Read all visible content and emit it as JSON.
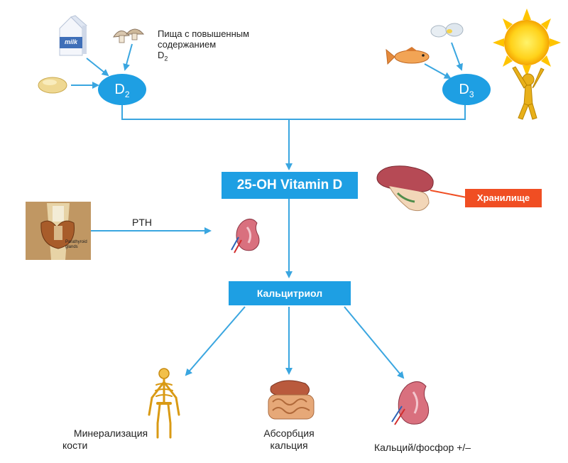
{
  "colors": {
    "accent": "#1b9be0",
    "node_fill": "#1e9fe3",
    "storage": "#f04e23",
    "arrow": "#3aa6e0"
  },
  "nodes": {
    "d2": {
      "main": "D",
      "sub": "2"
    },
    "d3": {
      "main": "D",
      "sub": "3"
    },
    "vitd": "25-OH Vitamin D",
    "calcitriol": "Кальцитриол",
    "storage": "Хранилище"
  },
  "food_note": {
    "line1": "Пища с повышенным",
    "line2": "содержанием",
    "line3_main": "D",
    "line3_sub": "2"
  },
  "milk_label": "milk",
  "pth_label": "PTH",
  "gland_caption": {
    "line1": "Parathyroid",
    "line2": "glands"
  },
  "outcomes": {
    "bone": {
      "line1": "Минерализация",
      "line2": "кости"
    },
    "absorption": {
      "line1": "Абсорбция",
      "line2": "кальция"
    },
    "kidney": {
      "line1": "Кальций/фосфор +/–"
    }
  },
  "icons": [
    "milk-carton-icon",
    "mushroom-icon",
    "bread-icon",
    "fish-icon",
    "egg-icon",
    "sun-icon",
    "stick-figure-icon",
    "liver-icon",
    "kidney-icon",
    "thyroid-icon",
    "skeleton-icon",
    "intestine-icon"
  ]
}
